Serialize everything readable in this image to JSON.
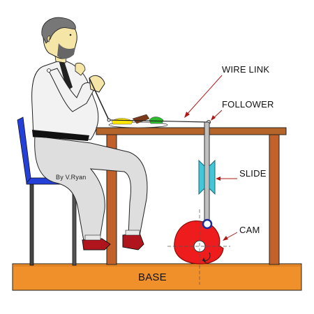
{
  "labels": {
    "wire_link": "WIRE LINK",
    "follower": "FOLLOWER",
    "slide": "SLIDE",
    "cam": "CAM",
    "base": "BASE",
    "credit": "By V.Ryan"
  },
  "colors": {
    "base": "#f0902a",
    "table_top": "#b5652a",
    "table_legs": "#c2612a",
    "cam": "#ee1c1c",
    "slide": "#43c6d8",
    "chair": "#2540d8",
    "shirt": "#f2f2f2",
    "trousers": "#dedede",
    "shoes": "#b0151e",
    "arrow": "#b01818"
  }
}
